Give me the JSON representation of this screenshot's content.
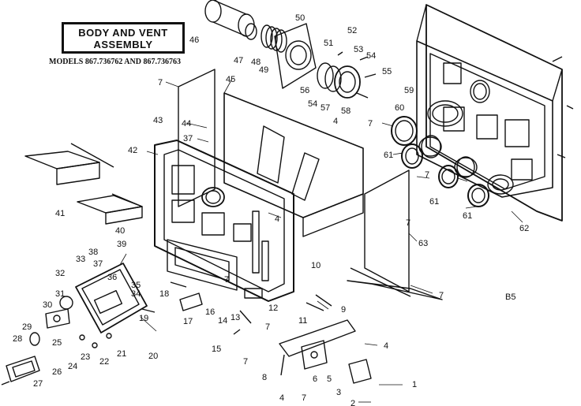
{
  "title": {
    "line1": "BODY AND VENT",
    "line2": "ASSEMBLY"
  },
  "models_line": "MODELS 867.736762 AND 867.736763",
  "page_code": "B5",
  "callouts": [
    {
      "id": "c1",
      "text": "1"
    },
    {
      "id": "c2",
      "text": "2"
    },
    {
      "id": "c3",
      "text": "3"
    },
    {
      "id": "c4a",
      "text": "4"
    },
    {
      "id": "c4b",
      "text": "4"
    },
    {
      "id": "c4c",
      "text": "4"
    },
    {
      "id": "c4d",
      "text": "4"
    },
    {
      "id": "c5",
      "text": "5"
    },
    {
      "id": "c6",
      "text": "6"
    },
    {
      "id": "c7a",
      "text": "7"
    },
    {
      "id": "c7b",
      "text": "7"
    },
    {
      "id": "c7c",
      "text": "7"
    },
    {
      "id": "c7d",
      "text": "7"
    },
    {
      "id": "c7e",
      "text": "7"
    },
    {
      "id": "c7f",
      "text": "7"
    },
    {
      "id": "c7g",
      "text": "7"
    },
    {
      "id": "c7h",
      "text": "7"
    },
    {
      "id": "c7i",
      "text": "7"
    },
    {
      "id": "c8",
      "text": "8"
    },
    {
      "id": "c9",
      "text": "9"
    },
    {
      "id": "c10",
      "text": "10"
    },
    {
      "id": "c11",
      "text": "11"
    },
    {
      "id": "c12",
      "text": "12"
    },
    {
      "id": "c13",
      "text": "13"
    },
    {
      "id": "c14",
      "text": "14"
    },
    {
      "id": "c15",
      "text": "15"
    },
    {
      "id": "c16",
      "text": "16"
    },
    {
      "id": "c17",
      "text": "17"
    },
    {
      "id": "c18",
      "text": "18"
    },
    {
      "id": "c19",
      "text": "19"
    },
    {
      "id": "c20",
      "text": "20"
    },
    {
      "id": "c21",
      "text": "21"
    },
    {
      "id": "c22",
      "text": "22"
    },
    {
      "id": "c23",
      "text": "23"
    },
    {
      "id": "c24",
      "text": "24"
    },
    {
      "id": "c25",
      "text": "25"
    },
    {
      "id": "c26",
      "text": "26"
    },
    {
      "id": "c27",
      "text": "27"
    },
    {
      "id": "c28",
      "text": "28"
    },
    {
      "id": "c29",
      "text": "29"
    },
    {
      "id": "c30",
      "text": "30"
    },
    {
      "id": "c31",
      "text": "31"
    },
    {
      "id": "c32",
      "text": "32"
    },
    {
      "id": "c33",
      "text": "33"
    },
    {
      "id": "c34",
      "text": "34"
    },
    {
      "id": "c35",
      "text": "35"
    },
    {
      "id": "c36",
      "text": "36"
    },
    {
      "id": "c37a",
      "text": "37"
    },
    {
      "id": "c37b",
      "text": "37"
    },
    {
      "id": "c38",
      "text": "38"
    },
    {
      "id": "c39",
      "text": "39"
    },
    {
      "id": "c40",
      "text": "40"
    },
    {
      "id": "c41",
      "text": "41"
    },
    {
      "id": "c42",
      "text": "42"
    },
    {
      "id": "c43",
      "text": "43"
    },
    {
      "id": "c44",
      "text": "44"
    },
    {
      "id": "c45",
      "text": "45"
    },
    {
      "id": "c46",
      "text": "46"
    },
    {
      "id": "c47",
      "text": "47"
    },
    {
      "id": "c48",
      "text": "48"
    },
    {
      "id": "c49",
      "text": "49"
    },
    {
      "id": "c50",
      "text": "50"
    },
    {
      "id": "c51",
      "text": "51"
    },
    {
      "id": "c52",
      "text": "52"
    },
    {
      "id": "c53",
      "text": "53"
    },
    {
      "id": "c54a",
      "text": "54"
    },
    {
      "id": "c54b",
      "text": "54"
    },
    {
      "id": "c55",
      "text": "55"
    },
    {
      "id": "c56",
      "text": "56"
    },
    {
      "id": "c57",
      "text": "57"
    },
    {
      "id": "c58",
      "text": "58"
    },
    {
      "id": "c59",
      "text": "59"
    },
    {
      "id": "c60",
      "text": "60"
    },
    {
      "id": "c61a",
      "text": "61"
    },
    {
      "id": "c61b",
      "text": "61"
    },
    {
      "id": "c61c",
      "text": "61"
    },
    {
      "id": "c62",
      "text": "62"
    },
    {
      "id": "c63",
      "text": "63"
    }
  ]
}
